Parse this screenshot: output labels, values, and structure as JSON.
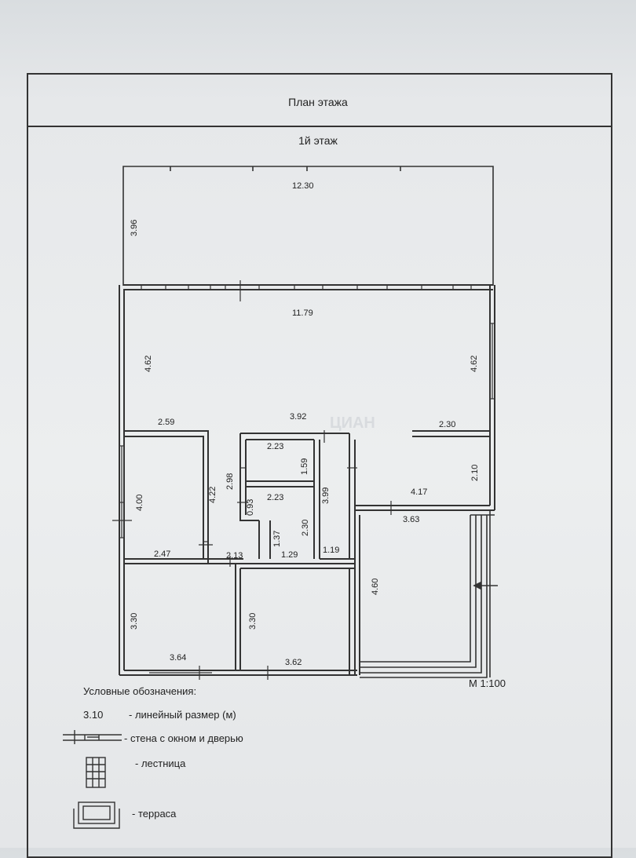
{
  "sheet": {
    "title": "План этажа",
    "floor": "1й этаж",
    "scale": "М 1:100"
  },
  "dimensions": [
    {
      "id": "terrace-width",
      "value": "12.30"
    },
    {
      "id": "terrace-depth",
      "value": "3.96"
    },
    {
      "id": "living-width",
      "value": "11.79"
    },
    {
      "id": "living-left-depth",
      "value": "4.62"
    },
    {
      "id": "living-right-depth",
      "value": "4.62"
    },
    {
      "id": "hall-width",
      "value": "3.92"
    },
    {
      "id": "room-left-width",
      "value": "2.59"
    },
    {
      "id": "room-right-width",
      "value": "2.30"
    },
    {
      "id": "room-right-depth",
      "value": "2.10"
    },
    {
      "id": "bedroom-left-depth",
      "value": "4.00"
    },
    {
      "id": "corridor-depth",
      "value": "4.22"
    },
    {
      "id": "corridor-short",
      "value": "2.98"
    },
    {
      "id": "bath-1-width",
      "value": "2.23"
    },
    {
      "id": "bath-1-depth",
      "value": "1.59"
    },
    {
      "id": "bath-2-width",
      "value": "2.23"
    },
    {
      "id": "step-depth",
      "value": "0.93"
    },
    {
      "id": "bath-2-depth",
      "value": "2.30"
    },
    {
      "id": "closet-depth",
      "value": "1.37"
    },
    {
      "id": "closet-width",
      "value": "1.29"
    },
    {
      "id": "stair-depth",
      "value": "3.99"
    },
    {
      "id": "stair-width",
      "value": "1.19"
    },
    {
      "id": "kitchen-width",
      "value": "4.17"
    },
    {
      "id": "porch-width",
      "value": "3.63"
    },
    {
      "id": "bedroom-left-width",
      "value": "2.47"
    },
    {
      "id": "hall-small-width",
      "value": "2.13"
    },
    {
      "id": "porch-depth",
      "value": "4.60"
    },
    {
      "id": "room-bl-depth",
      "value": "3.30"
    },
    {
      "id": "room-bm-depth",
      "value": "3.30"
    },
    {
      "id": "room-bl-width",
      "value": "3.64"
    },
    {
      "id": "room-bm-width",
      "value": "3.62"
    }
  ],
  "legend": {
    "title": "Условные обозначения:",
    "items": [
      {
        "symbol": "3.10",
        "label": "- линейный размер (м)"
      },
      {
        "symbol": "wall-window-door",
        "label": "- стена с окном и дверью"
      },
      {
        "symbol": "stairs",
        "label": "- лестница"
      },
      {
        "symbol": "terrace",
        "label": "- терраса"
      }
    ]
  },
  "watermark": "ЦИАН"
}
